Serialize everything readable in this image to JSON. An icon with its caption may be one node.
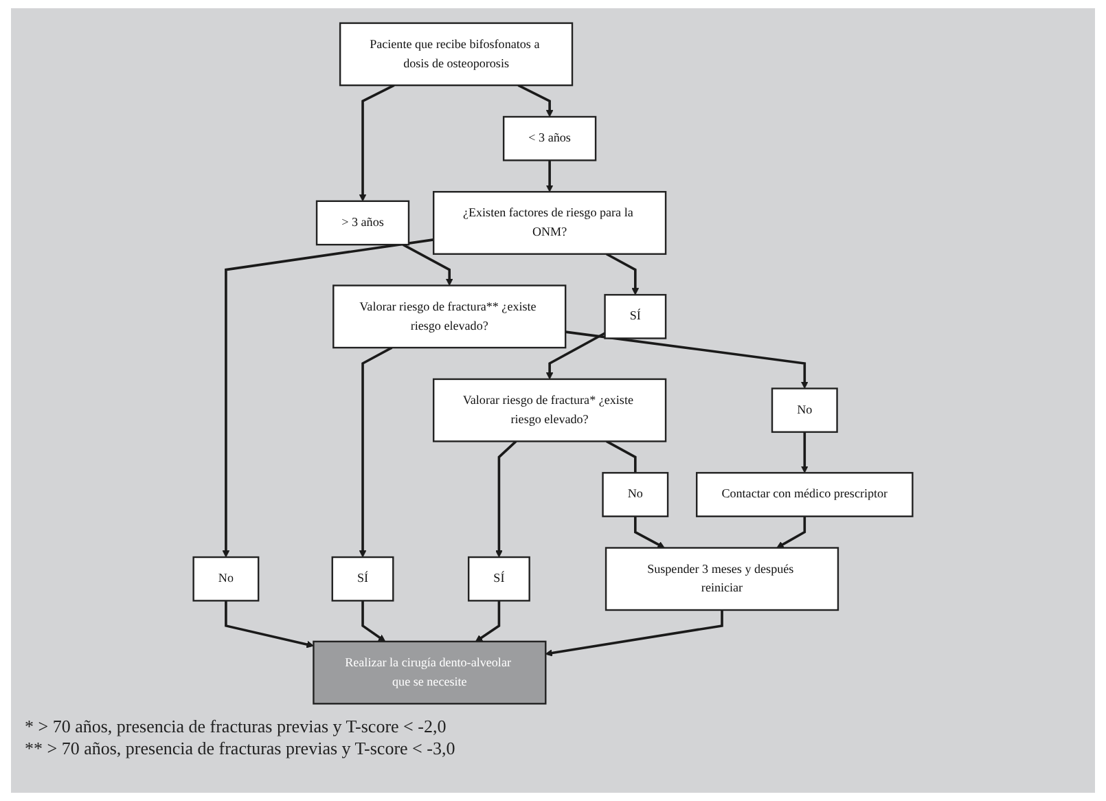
{
  "diagram": {
    "nodes": [
      {
        "text": [
          "Paciente que recibe bifosfonatos a dosis de osteoporosis"
        ]
      },
      {
        "text": [
          "< 3 años"
        ]
      },
      {
        "text": [
          "> 3 años"
        ]
      },
      {
        "text": [
          "¿Existen factores de riesgo para la ONM?"
        ]
      },
      {
        "text": [
          "Valorar riesgo de fractura** ¿existe riesgo elevado?"
        ]
      },
      {
        "text": [
          "SÍ"
        ]
      },
      {
        "text": [
          "No"
        ]
      },
      {
        "text": [
          "SÍ"
        ]
      },
      {
        "text": [
          "No"
        ]
      },
      {
        "text": [
          "Valorar riesgo de fractura* ¿existe riesgo elevado?"
        ]
      },
      {
        "text": [
          "Contactar con médico prescriptor"
        ]
      },
      {
        "text": [
          "SÍ"
        ]
      },
      {
        "text": [
          "Realizar la cirugía dento-alveolar que se necesite"
        ]
      },
      {
        "text": [
          "No"
        ]
      },
      {
        "text": [
          "Suspender 3 meses y después reiniciar"
        ]
      }
    ],
    "edges": [
      {
        "from": 0,
        "to": 1,
        "arrow": "to"
      },
      {
        "from": 0,
        "to": 2,
        "arrow": "to"
      },
      {
        "from": 1,
        "to": 3,
        "arrow": "to"
      },
      {
        "from": 2,
        "to": 4,
        "arrow": "to"
      },
      {
        "from": 3,
        "to": 5,
        "arrow": "to"
      },
      {
        "from": 3,
        "to": 6,
        "arrow": "to"
      },
      {
        "from": 4,
        "to": 7,
        "arrow": "to"
      },
      {
        "from": 4,
        "to": 8,
        "arrow": "to"
      },
      {
        "from": 5,
        "to": 9,
        "arrow": "to"
      },
      {
        "from": 8,
        "to": 10,
        "arrow": "to"
      },
      {
        "from": 6,
        "to": 12,
        "arrow": "to"
      },
      {
        "from": 7,
        "to": 12,
        "arrow": "to"
      },
      {
        "from": 9,
        "to": 11,
        "arrow": "to"
      },
      {
        "from": 11,
        "to": 12,
        "arrow": "to"
      },
      {
        "from": 9,
        "to": 13,
        "arrow": "none"
      },
      {
        "from": 13,
        "to": 14,
        "arrow": "to"
      },
      {
        "from": 10,
        "to": 14,
        "arrow": "to"
      },
      {
        "from": 14,
        "to": 12,
        "arrow": "to"
      }
    ],
    "labels": [
      "* > 70 años, presencia de fracturas previas y T-score < -2,0",
      "** > 70 años, presencia de fracturas previas y T-score < -3,0"
    ]
  }
}
